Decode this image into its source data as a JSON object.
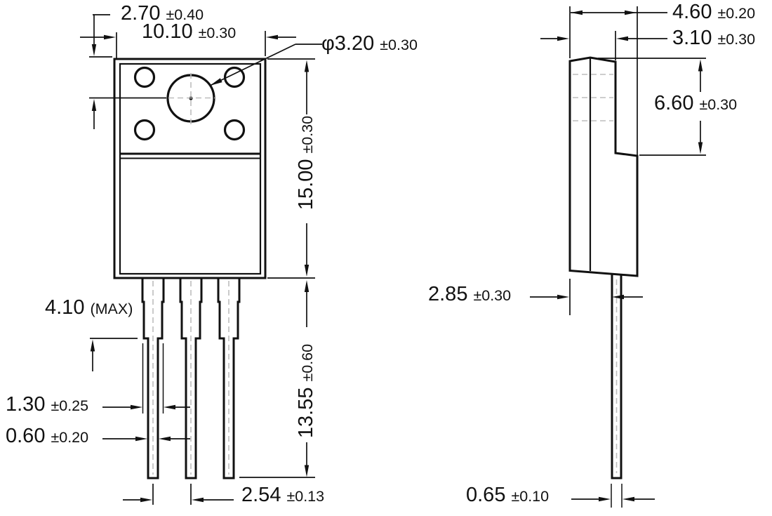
{
  "front_view": {
    "dimensions": {
      "hole_to_top": {
        "value": "2.70",
        "tolerance": "±0.40"
      },
      "body_width": {
        "value": "10.10",
        "tolerance": "±0.30"
      },
      "hole_diameter": {
        "value": "φ3.20",
        "tolerance": "±0.30"
      },
      "body_height": {
        "value": "15.00",
        "tolerance": "±0.30"
      },
      "shoulder_length": {
        "value": "4.10",
        "tolerance": "(MAX)"
      },
      "shoulder_width": {
        "value": "1.30",
        "tolerance": "±0.25"
      },
      "lead_width": {
        "value": "0.60",
        "tolerance": "±0.20"
      },
      "lead_length": {
        "value": "13.55",
        "tolerance": "±0.60"
      },
      "lead_pitch": {
        "value": "2.54",
        "tolerance": "±0.13"
      }
    }
  },
  "side_view": {
    "dimensions": {
      "overall_thickness": {
        "value": "4.60",
        "tolerance": "±0.20"
      },
      "body_thickness": {
        "value": "3.10",
        "tolerance": "±0.30"
      },
      "tab_height": {
        "value": "6.60",
        "tolerance": "±0.30"
      },
      "back_to_lead": {
        "value": "2.85",
        "tolerance": "±0.30"
      },
      "lead_thickness": {
        "value": "0.65",
        "tolerance": "±0.10"
      }
    }
  },
  "colors": {
    "line": "#111111",
    "centerline": "#bdbdbd",
    "background": "#ffffff"
  }
}
